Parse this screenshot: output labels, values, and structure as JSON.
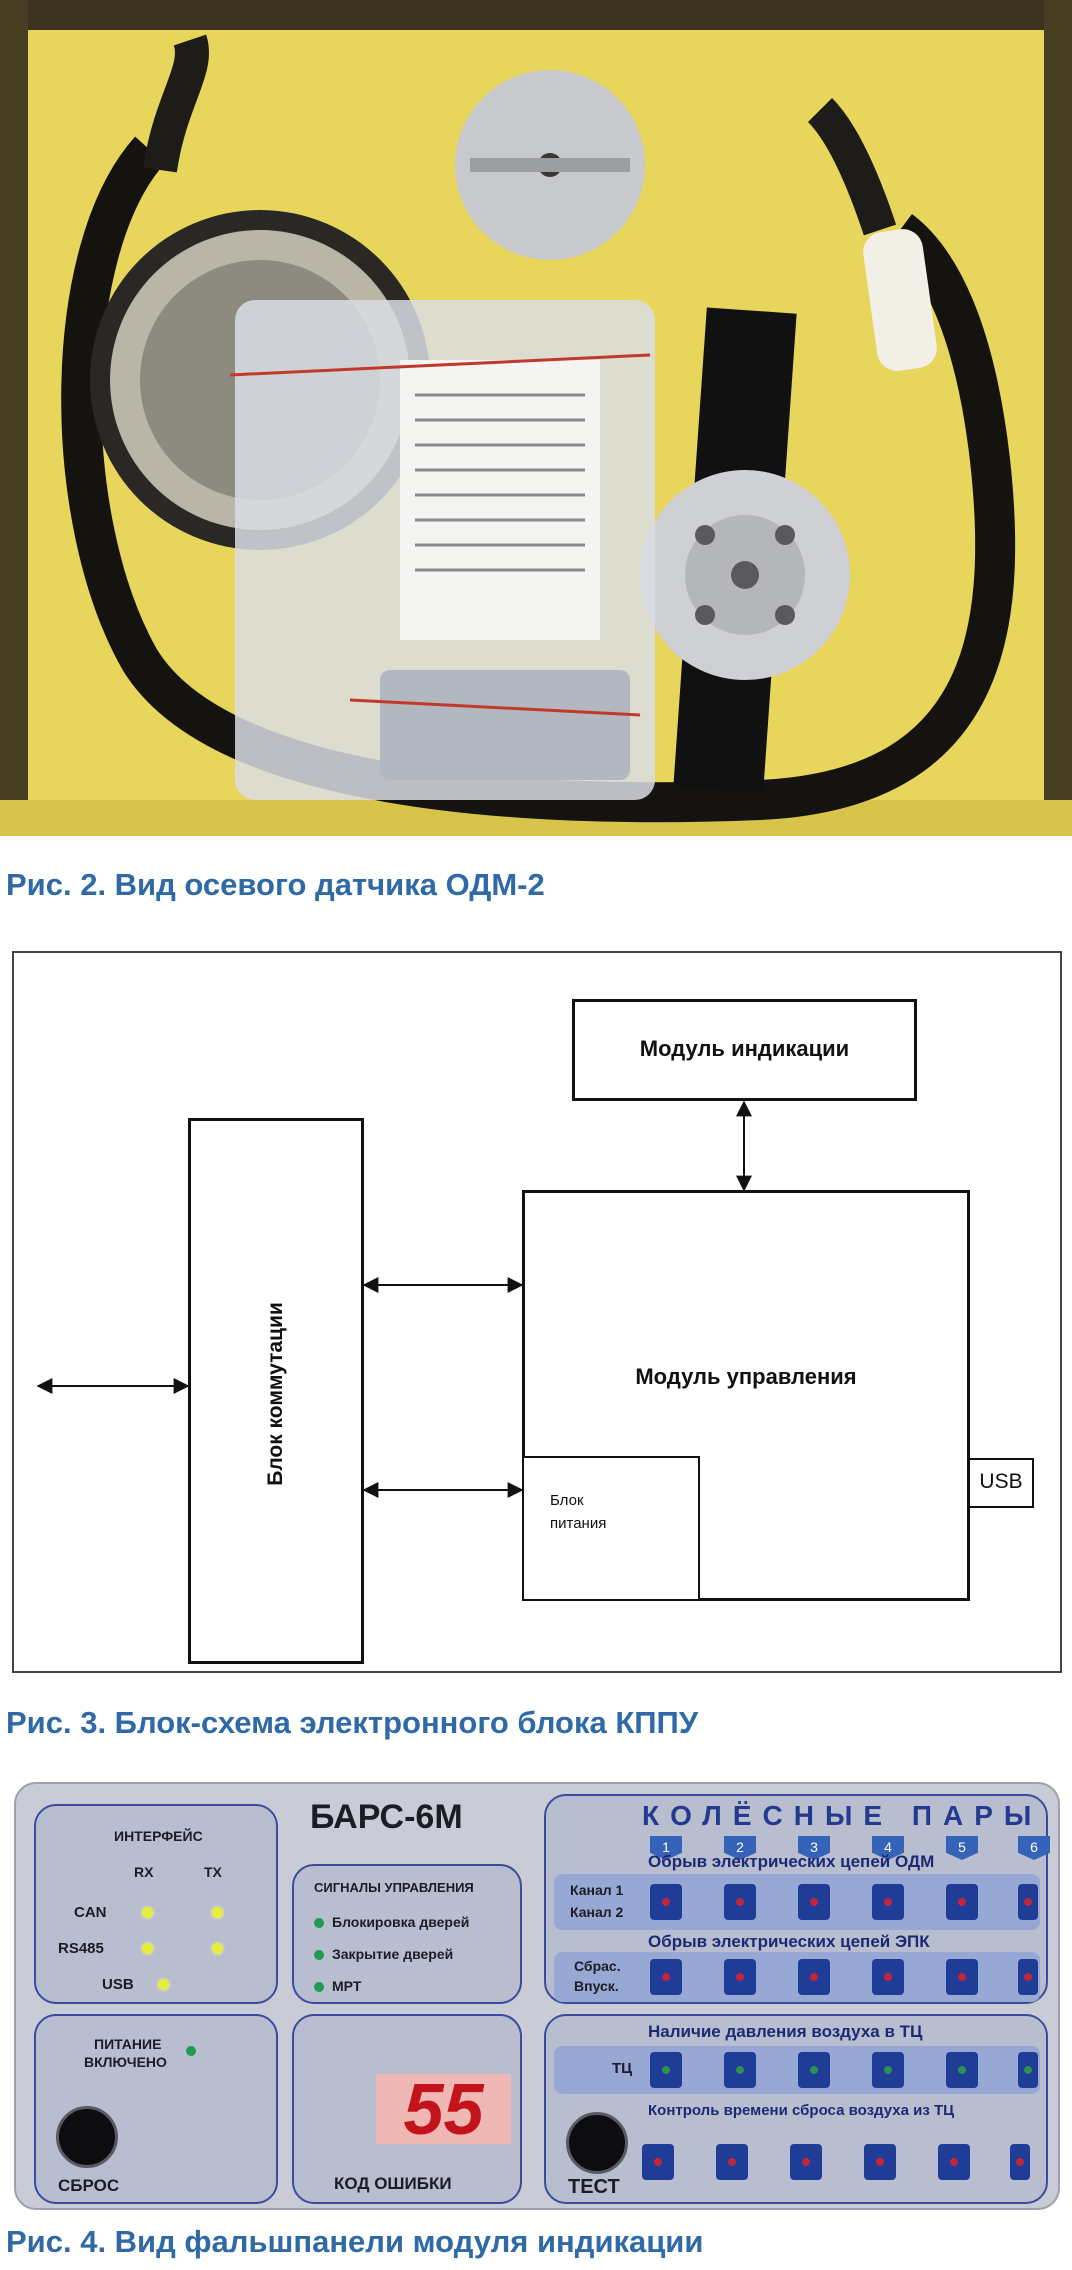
{
  "fig2": {
    "caption": "Рис. 2. Вид осевого датчика ОДМ-2"
  },
  "fig3": {
    "caption": "Рис. 3. Блок-схема электронного блока КППУ",
    "blocks": {
      "indication": "Модуль индикации",
      "switching": "Блок коммутации",
      "control": "Модуль управления",
      "power_line1": "Блок",
      "power_line2": "питания",
      "usb": "USB"
    }
  },
  "fig4": {
    "caption": "Рис. 4. Вид фальшпанели модуля индикации",
    "title": "БАРС-6М",
    "interface": {
      "title": "ИНТЕРФЕЙС",
      "rx": "RX",
      "tx": "TX",
      "rows": [
        "CAN",
        "RS485",
        "USB"
      ]
    },
    "signals": {
      "title": "СИГНАЛЫ УПРАВЛЕНИЯ",
      "items": [
        "Блокировка дверей",
        "Закрытие дверей",
        "МРТ"
      ]
    },
    "power": {
      "line1": "ПИТАНИЕ",
      "line2": "ВКЛЮЧЕНО"
    },
    "reset_label": "СБРОС",
    "error": {
      "code": "55",
      "label": "КОД ОШИБКИ"
    },
    "test_label": "ТЕСТ",
    "wheels": {
      "title": "КОЛЁСНЫЕ ПАРЫ",
      "numbers": [
        "1",
        "2",
        "3",
        "4",
        "5",
        "6"
      ],
      "odm_title": "Обрыв электрических цепей ОДМ",
      "odm_rows": [
        "Канал 1",
        "Канал 2"
      ],
      "epk_title": "Обрыв электрических цепей ЭПК",
      "epk_rows": [
        "Сбрас.",
        "Впуск."
      ],
      "air_title": "Наличие давления воздуха в ТЦ",
      "air_row": "ТЦ",
      "release_title": "Контроль времени сброса воздуха из ТЦ"
    },
    "colors": {
      "accent": "#2f6aa6",
      "panel_blue": "#1f3c96",
      "led_yellow": "#e8ec3a",
      "led_red": "#c2263a",
      "led_green": "#2f8f4e",
      "error_red": "#c3141c"
    }
  }
}
